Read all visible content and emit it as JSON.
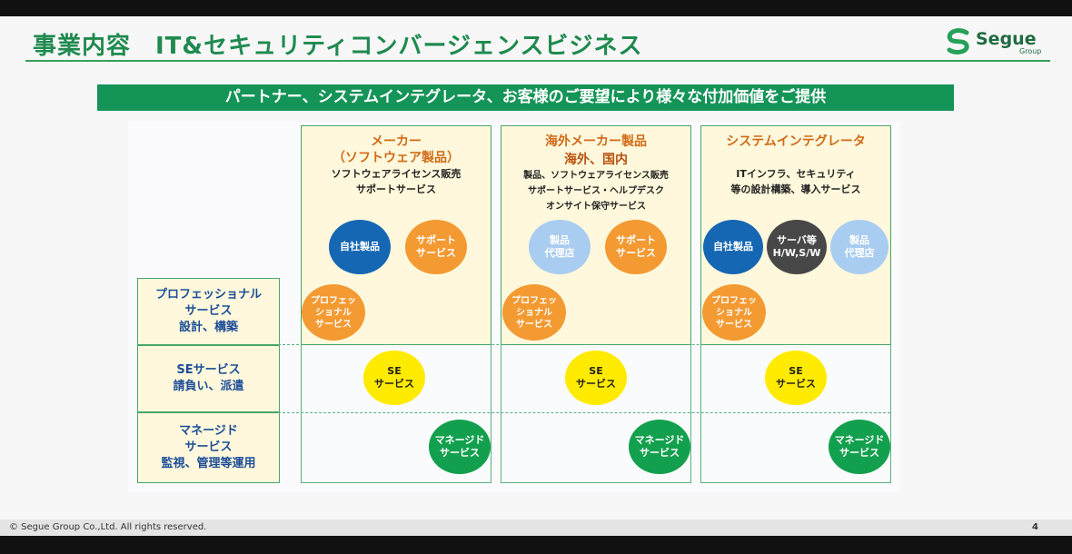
{
  "title": "事業内容　IT&セキュリティコンバージェンスビジネス",
  "logo": {
    "text": "Segue",
    "sub": "Group"
  },
  "banner": "パートナー、システムインテグレータ、お客様のご要望により様々な付加価値をご提供",
  "vendors": [
    {
      "title1": "メーカー",
      "title2": "（ソフトウェア製品）",
      "desc": [
        "ソフトウェアライセンス販売",
        "サポートサービス"
      ],
      "circles": [
        {
          "l1": "自社製品",
          "l2": ""
        },
        {
          "l1": "サポート",
          "l2": "サービス"
        }
      ]
    },
    {
      "title1": "海外メーカー製品",
      "title2": "海外、国内",
      "desc": [
        "製品、ソフトウェアライセンス販売",
        "サポートサービス・ヘルプデスク",
        "オンサイト保守サービス"
      ],
      "circles": [
        {
          "l1": "製品",
          "l2": "代理店"
        },
        {
          "l1": "サポート",
          "l2": "サービス"
        }
      ]
    },
    {
      "title1": "システムインテグレータ",
      "title2": "",
      "desc": [
        "ITインフラ、セキュリティ",
        "等の設計構築、導入サービス"
      ],
      "circles": [
        {
          "l1": "自社製品",
          "l2": ""
        },
        {
          "l1": "サーバ等",
          "l2": "H/W,S/W"
        },
        {
          "l1": "製品",
          "l2": "代理店"
        }
      ]
    }
  ],
  "rows": [
    {
      "l1": "プロフェッショナル",
      "l2": "サービス",
      "l3": "設計、構築"
    },
    {
      "l1": "SEサービス",
      "l2": "請負い、派遣",
      "l3": ""
    },
    {
      "l1": "マネージド",
      "l2": "サービス",
      "l3": "監視、管理等運用"
    }
  ],
  "services": {
    "pro": {
      "l1": "プロフェッ",
      "l2": "ショナル",
      "l3": "サービス"
    },
    "se": {
      "l1": "SE",
      "l2": "サービス"
    },
    "managed": {
      "l1": "マネージド",
      "l2": "サービス"
    }
  },
  "colors": {
    "green": "#159458",
    "orange": "#f39a32",
    "blue": "#1567b3",
    "yellow": "#ffeb00",
    "managed": "#13a04e"
  },
  "footer": {
    "copyright": "© Segue Group Co.,Ltd. All rights reserved.",
    "page": "4"
  }
}
